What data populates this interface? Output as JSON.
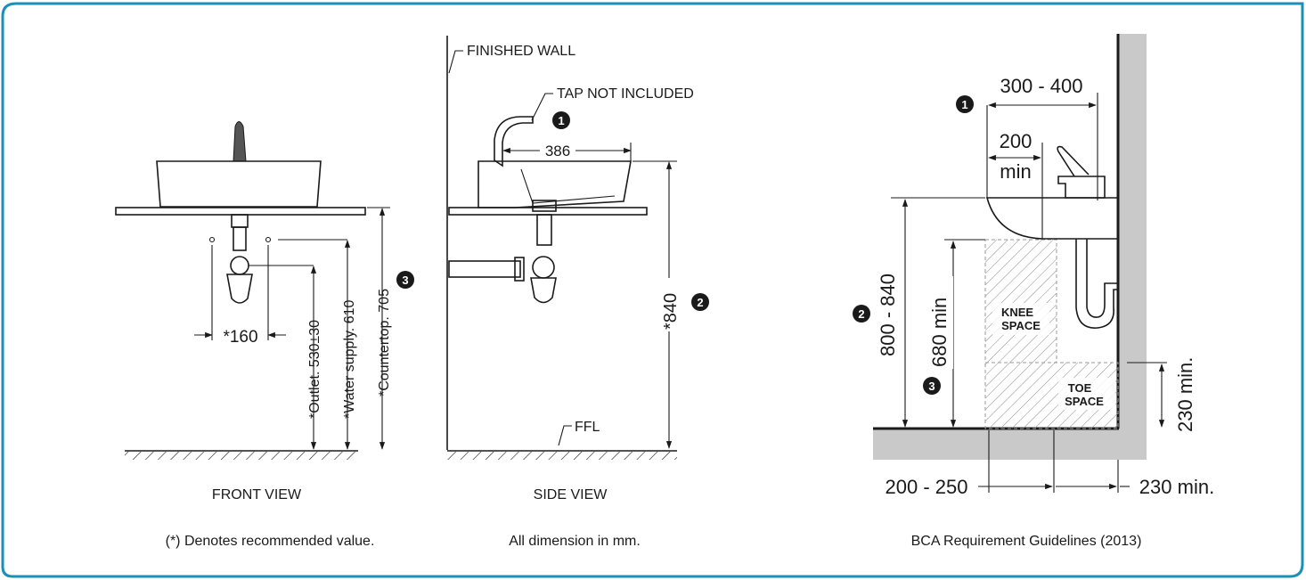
{
  "frame": {
    "border_color": "#1a8fb8"
  },
  "front_view": {
    "caption": "FRONT VIEW",
    "dim_spacing": "*160",
    "dim_outlet": "*Outlet. 530±30",
    "dim_water_supply": "*Water supply. 610",
    "dim_countertop": "*Countertop. 705",
    "marker_3": "3"
  },
  "side_view": {
    "caption": "SIDE VIEW",
    "label_finished_wall": "FINISHED WALL",
    "label_tap": "TAP NOT INCLUDED",
    "dim_basin_depth": "386",
    "dim_height": "*840",
    "label_ffl": "FFL",
    "marker_1": "1",
    "marker_2": "2"
  },
  "bca": {
    "caption": "BCA Requirement Guidelines (2013)",
    "dim_tap_reach": "300 - 400",
    "dim_min_200": "200",
    "dim_min_label": "min",
    "dim_rim_height": "800 - 840",
    "dim_knee_height": "680 min",
    "dim_toe_height": "230 min.",
    "dim_knee_depth": "200 - 250",
    "dim_toe_depth": "230 min.",
    "label_knee_1": "KNEE",
    "label_knee_2": "SPACE",
    "label_toe_1": "TOE",
    "label_toe_2": "SPACE",
    "marker_1": "1",
    "marker_2": "2",
    "marker_3": "3"
  },
  "footnotes": {
    "recommended": "(*) Denotes recommended value.",
    "units": "All dimension in mm."
  }
}
